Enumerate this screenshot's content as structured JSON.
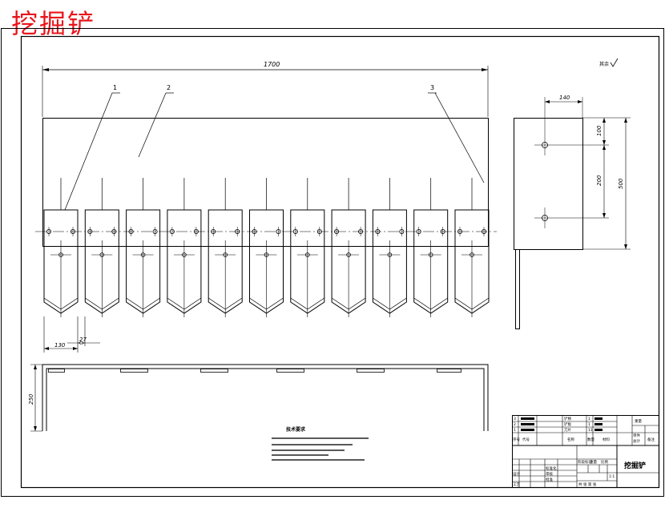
{
  "title_stamp": "挖掘铲",
  "colors": {
    "ink": "#000000",
    "stamp": "#e8161c",
    "paper": "#ffffff"
  },
  "front_view": {
    "overall_width_dim": "1700",
    "part_callouts": [
      "1",
      "2",
      "3"
    ],
    "tine_width_dim": "130",
    "tine_gap_dim": "27",
    "tine_count": 11
  },
  "side_view": {
    "dim_top": "140",
    "dim_upper_vertical": "100",
    "dim_hole_spacing": "200",
    "dim_total_height": "500"
  },
  "bottom_view": {
    "height_dim": "250",
    "clip_count": 6
  },
  "roughness_note": "其余",
  "technical_requirements": {
    "heading": "技术要求",
    "lines": [
      "",
      "",
      "",
      ""
    ]
  },
  "title_block": {
    "drawing_name": "挖掘铲",
    "bom_rows": [
      {
        "no": "3",
        "code": "",
        "name": "铲柄",
        "qty": "1",
        "material": ""
      },
      {
        "no": "2",
        "code": "",
        "name": "铲板",
        "qty": "1",
        "material": ""
      },
      {
        "no": "1",
        "code": "",
        "name": "刀片",
        "qty": "11",
        "material": ""
      }
    ],
    "bom_header": [
      "序号",
      "代号",
      "名称",
      "数量",
      "材料",
      "单件",
      "总计",
      "备注"
    ],
    "bom_mass_header": "重量",
    "label_design": "设计",
    "label_check": "审核",
    "label_process": "工艺",
    "label_standard": "标准化",
    "label_approve": "批准",
    "label_stage": "阶段标记",
    "label_mass": "重量",
    "label_scale": "比例",
    "label_sheet": "共 张 第 张",
    "scale_value": "1:1"
  }
}
